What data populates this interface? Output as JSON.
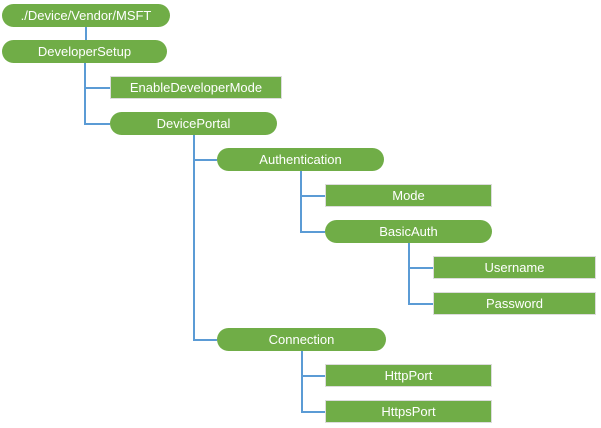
{
  "diagram": {
    "description": "DeveloperSetup configuration service provider tree",
    "colors": {
      "node_fill": "#70AD47",
      "node_text": "#FFFFFF",
      "rect_border": "#DCDCDC",
      "connector": "#5B9BD5",
      "background": "#FFFFFF"
    },
    "nodes": [
      {
        "id": "root",
        "label": "./Device/Vendor/MSFT",
        "shape": "pill",
        "level": 0,
        "row": 0,
        "parent": null
      },
      {
        "id": "developersetup",
        "label": "DeveloperSetup",
        "shape": "pill",
        "level": 0,
        "row": 1,
        "parent": "root"
      },
      {
        "id": "enabledevelopermode",
        "label": "EnableDeveloperMode",
        "shape": "rect",
        "level": 1,
        "row": 2,
        "parent": "developersetup"
      },
      {
        "id": "deviceportal",
        "label": "DevicePortal",
        "shape": "pill",
        "level": 1,
        "row": 3,
        "parent": "developersetup"
      },
      {
        "id": "authentication",
        "label": "Authentication",
        "shape": "pill",
        "level": 2,
        "row": 4,
        "parent": "deviceportal"
      },
      {
        "id": "mode",
        "label": "Mode",
        "shape": "rect",
        "level": 3,
        "row": 5,
        "parent": "authentication"
      },
      {
        "id": "basicauth",
        "label": "BasicAuth",
        "shape": "pill",
        "level": 3,
        "row": 6,
        "parent": "authentication"
      },
      {
        "id": "username",
        "label": "Username",
        "shape": "rect",
        "level": 4,
        "row": 7,
        "parent": "basicauth"
      },
      {
        "id": "password",
        "label": "Password",
        "shape": "rect",
        "level": 4,
        "row": 8,
        "parent": "basicauth"
      },
      {
        "id": "connection",
        "label": "Connection",
        "shape": "pill",
        "level": 2,
        "row": 9,
        "parent": "deviceportal"
      },
      {
        "id": "httpport",
        "label": "HttpPort",
        "shape": "rect",
        "level": 3,
        "row": 10,
        "parent": "connection"
      },
      {
        "id": "httpsport",
        "label": "HttpsPort",
        "shape": "rect",
        "level": 3,
        "row": 11,
        "parent": "connection"
      }
    ]
  }
}
